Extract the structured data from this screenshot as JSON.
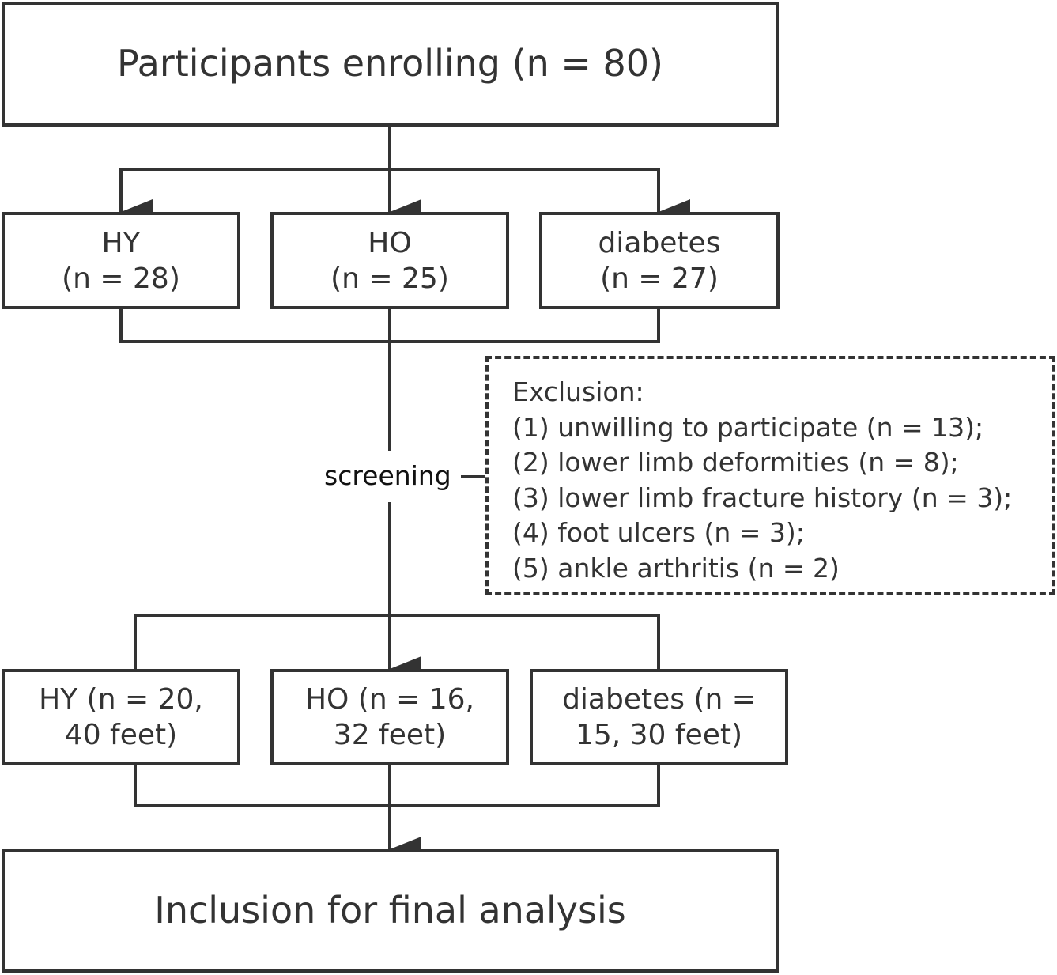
{
  "top_box": {
    "text": "Participants enrolling (n = 80)"
  },
  "groups_initial": [
    {
      "name": "HY",
      "count": "(n = 28)"
    },
    {
      "name": "HO",
      "count": "(n = 25)"
    },
    {
      "name": "diabetes",
      "count": "(n = 27)"
    }
  ],
  "screening_label": "screening",
  "exclusion": {
    "heading": "Exclusion:",
    "items": [
      "(1) unwilling to participate (n = 13);",
      "(2) lower limb deformities (n = 8);",
      "(3) lower limb fracture history (n = 3);",
      "(4) foot ulcers (n = 3);",
      "(5) ankle arthritis (n = 2)"
    ]
  },
  "groups_final": [
    {
      "line1": "HY  (n = 20,",
      "line2": "40 feet)"
    },
    {
      "line1": "HO (n = 16,",
      "line2": "32 feet)"
    },
    {
      "line1": "diabetes (n =",
      "line2": "15, 30 feet)"
    }
  ],
  "bottom_box": {
    "text": "Inclusion for final analysis"
  }
}
